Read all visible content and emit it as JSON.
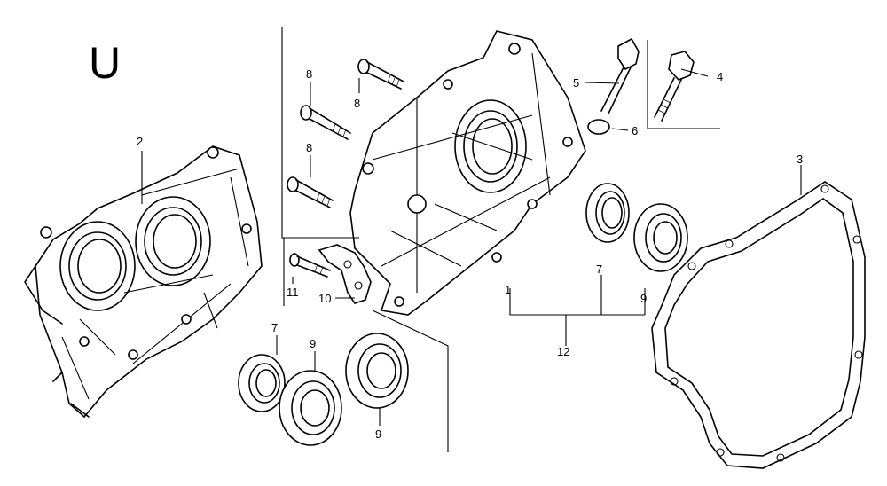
{
  "diagram": {
    "section_letter": "U",
    "callouts": {
      "c2": "2",
      "c3": "3",
      "c4": "4",
      "c5": "5",
      "c6": "6",
      "c7_left": "7",
      "c7_right": "7",
      "c8_a": "8",
      "c8_b": "8",
      "c8_c": "8",
      "c9_left_a": "9",
      "c9_left_b": "9",
      "c9_right": "9",
      "c10": "10",
      "c11": "11",
      "c12": "12",
      "c1": "1"
    }
  }
}
